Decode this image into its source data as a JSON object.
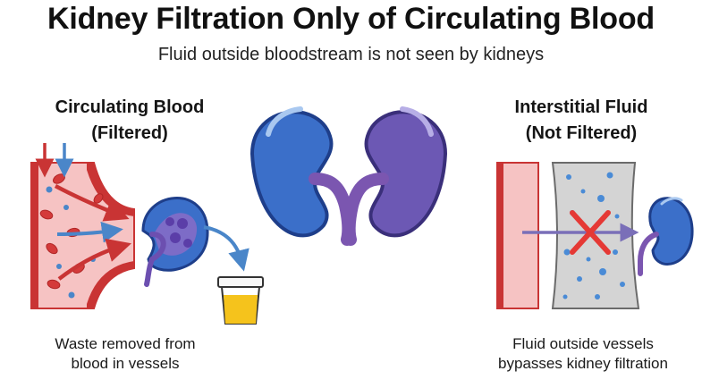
{
  "header": {
    "title": "Kidney Filtration Only of Circulating Blood",
    "subtitle": "Fluid outside bloodstream is not seen by kidneys"
  },
  "left_panel": {
    "heading_line1": "Circulating Blood",
    "heading_line2": "(Filtered)",
    "caption_line1": "Waste removed from",
    "caption_line2": "blood in vessels"
  },
  "right_panel": {
    "heading_line1": "Interstitial Fluid",
    "heading_line2": "(Not Filtered)",
    "caption_line1": "Fluid outside vessels",
    "caption_line2": "bypasses kidney filtration"
  },
  "colors": {
    "kidney_blue": "#3b6fc9",
    "kidney_purple": "#6c4fb0",
    "ureter_purple": "#7b56b0",
    "vessel_red": "#c93434",
    "vessel_pink": "#f6c3c3",
    "cell_red": "#d43a3a",
    "arrow_blue": "#4a86c9",
    "urine_yellow": "#f5c31c",
    "cross_red": "#e53935",
    "interstitial_gray": "#d4d4d4",
    "droplet_blue": "#4a8bd6"
  }
}
